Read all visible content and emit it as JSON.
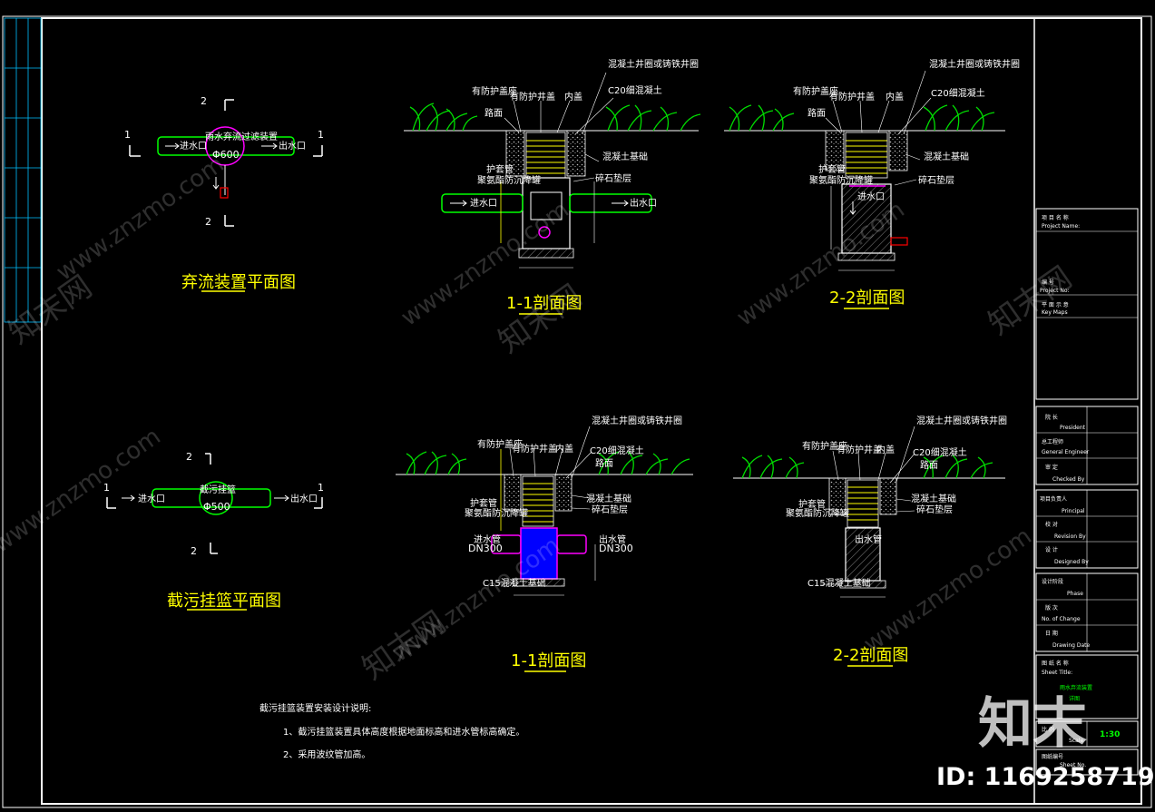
{
  "plans": {
    "diversion_plan": {
      "title": "弃流装置平面图",
      "device_label": "雨水弃流过滤装置",
      "diameter": "Φ600",
      "inlet": "进水口",
      "outlet": "出水口",
      "section_marks": [
        "1",
        "2"
      ]
    },
    "basket_plan": {
      "title": "截污挂篮平面图",
      "device_label": "截污挂篮",
      "diameter": "Φ500",
      "inlet": "进水口",
      "outlet": "出水口",
      "section_marks": [
        "1",
        "2"
      ]
    }
  },
  "sections": {
    "top_1_1": {
      "title": "1-1剖面图",
      "labels": [
        "混凝土井圈或铸铁井圈",
        "有防护盖座",
        "有防护井盖",
        "内盖",
        "C20细混凝土",
        "路面",
        "混凝土基础",
        "碎石垫层",
        "护套管",
        "聚氨酯防沉降罐"
      ],
      "inlet": "进水口",
      "outlet": "出水口"
    },
    "top_2_2": {
      "title": "2-2剖面图",
      "labels": [
        "混凝土井圈或铸铁井圈",
        "有防护盖座",
        "有防护井盖",
        "内盖",
        "C20细混凝土",
        "路面",
        "混凝土基础",
        "碎石垫层",
        "护套管",
        "聚氨酯防沉降罐"
      ],
      "inlet": "进水口"
    },
    "bottom_1_1": {
      "title": "1-1剖面图",
      "labels": [
        "混凝土井圈或铸铁井圈",
        "有防护盖座",
        "有防护井盖",
        "内盖",
        "C20细混凝土",
        "路面",
        "混凝土基础",
        "碎石垫层",
        "护套管",
        "聚氨酯防沉降罐",
        "C15混凝土基础"
      ],
      "inlet_pipe": "进水管",
      "outlet_pipe": "出水管",
      "inlet_size": "DN300",
      "outlet_size": "DN300"
    },
    "bottom_2_2": {
      "title": "2-2剖面图",
      "labels": [
        "混凝土井圈或铸铁井圈",
        "有防护盖座",
        "有防护井盖",
        "内盖",
        "C20细混凝土",
        "路面",
        "混凝土基础",
        "碎石垫层",
        "护套管",
        "聚氨酯防沉降罐",
        "C15混凝土基础"
      ],
      "inlet_pipe": "出水管"
    }
  },
  "notes": {
    "title": "截污挂篮装置安装设计说明:",
    "items": [
      "1、截污挂篮装置具体高度根据地面标高和进水管标高确定。",
      "2、采用波纹管加高。"
    ]
  },
  "title_block": {
    "project_name": "项 目 名 称",
    "project_name_en": "Project Name:",
    "project_no": "编 号",
    "project_no_en": "Project No:",
    "key_maps": "平 面 示 意",
    "key_maps_en": "Key Maps",
    "roles": [
      {
        "cn": "院 长",
        "en": "President"
      },
      {
        "cn": "总工程师",
        "en": "General Engineer"
      },
      {
        "cn": "审 定",
        "en": "Checked By"
      },
      {
        "cn": "项目负责人",
        "en": "Principal"
      },
      {
        "cn": "校 对",
        "en": "Revision By"
      },
      {
        "cn": "设 计",
        "en": "Designed By"
      },
      {
        "cn": "设计阶段",
        "en": "Phase"
      },
      {
        "cn": "版 次",
        "en": "No. of Change"
      },
      {
        "cn": "日 期",
        "en": "Drawing Date"
      }
    ],
    "sheet_title_cn": "图 纸 名 称",
    "sheet_title_en": "Sheet Title:",
    "sheet_title_lines": [
      "雨水弃流装置",
      "详图"
    ],
    "scale_cn": "比 例",
    "scale_en": "Scale",
    "scale_value": "1:30",
    "sheet_no_cn": "图纸编号",
    "sheet_no_en": "Sheet No."
  },
  "watermark": {
    "text": "www.znzmo.com",
    "text_cn": "知末网",
    "brand": "知末",
    "id_text": "ID: 1169258719"
  },
  "colors": {
    "background": "#000000",
    "line": "#ffffff",
    "title": "#ffff00",
    "pipe": "#00ff00",
    "accent": "#ff00ff",
    "basket": "#0000ff",
    "grass": "#00dd00",
    "red": "#ff0000"
  }
}
